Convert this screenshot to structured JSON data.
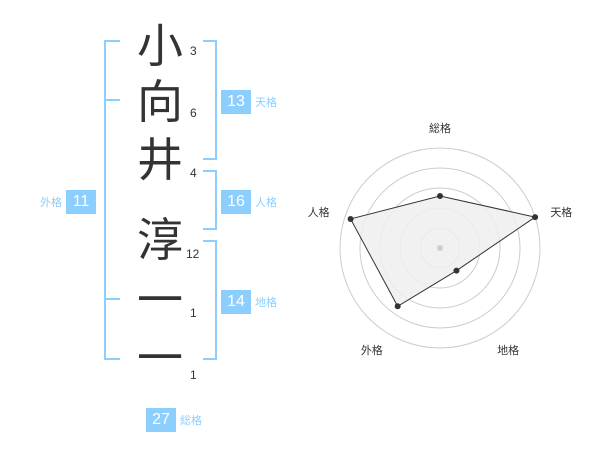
{
  "name": {
    "characters": [
      {
        "char": "小",
        "strokes": "3"
      },
      {
        "char": "向",
        "strokes": "6"
      },
      {
        "char": "井",
        "strokes": "4"
      },
      {
        "char": "淳",
        "strokes": "12"
      },
      {
        "char": "一",
        "strokes": "1"
      },
      {
        "char": "一",
        "strokes": "1"
      }
    ]
  },
  "fortune": {
    "tenkaku": {
      "value": "13",
      "label": "天格"
    },
    "jinkaku": {
      "value": "16",
      "label": "人格"
    },
    "chikaku": {
      "value": "14",
      "label": "地格"
    },
    "gaikaku": {
      "value": "11",
      "label": "外格"
    },
    "soukaku": {
      "value": "27",
      "label": "総格"
    }
  },
  "chart_data": {
    "type": "radar",
    "axes": [
      "総格",
      "天格",
      "地格",
      "外格",
      "人格"
    ],
    "values": [
      2.6,
      5,
      1.4,
      3.6,
      4.7
    ],
    "max": 5,
    "rings": 5
  },
  "colors": {
    "accent": "#8ccfff",
    "text": "#333333",
    "grid": "#cccccc",
    "fill": "#eeeeee",
    "line": "#333333"
  }
}
